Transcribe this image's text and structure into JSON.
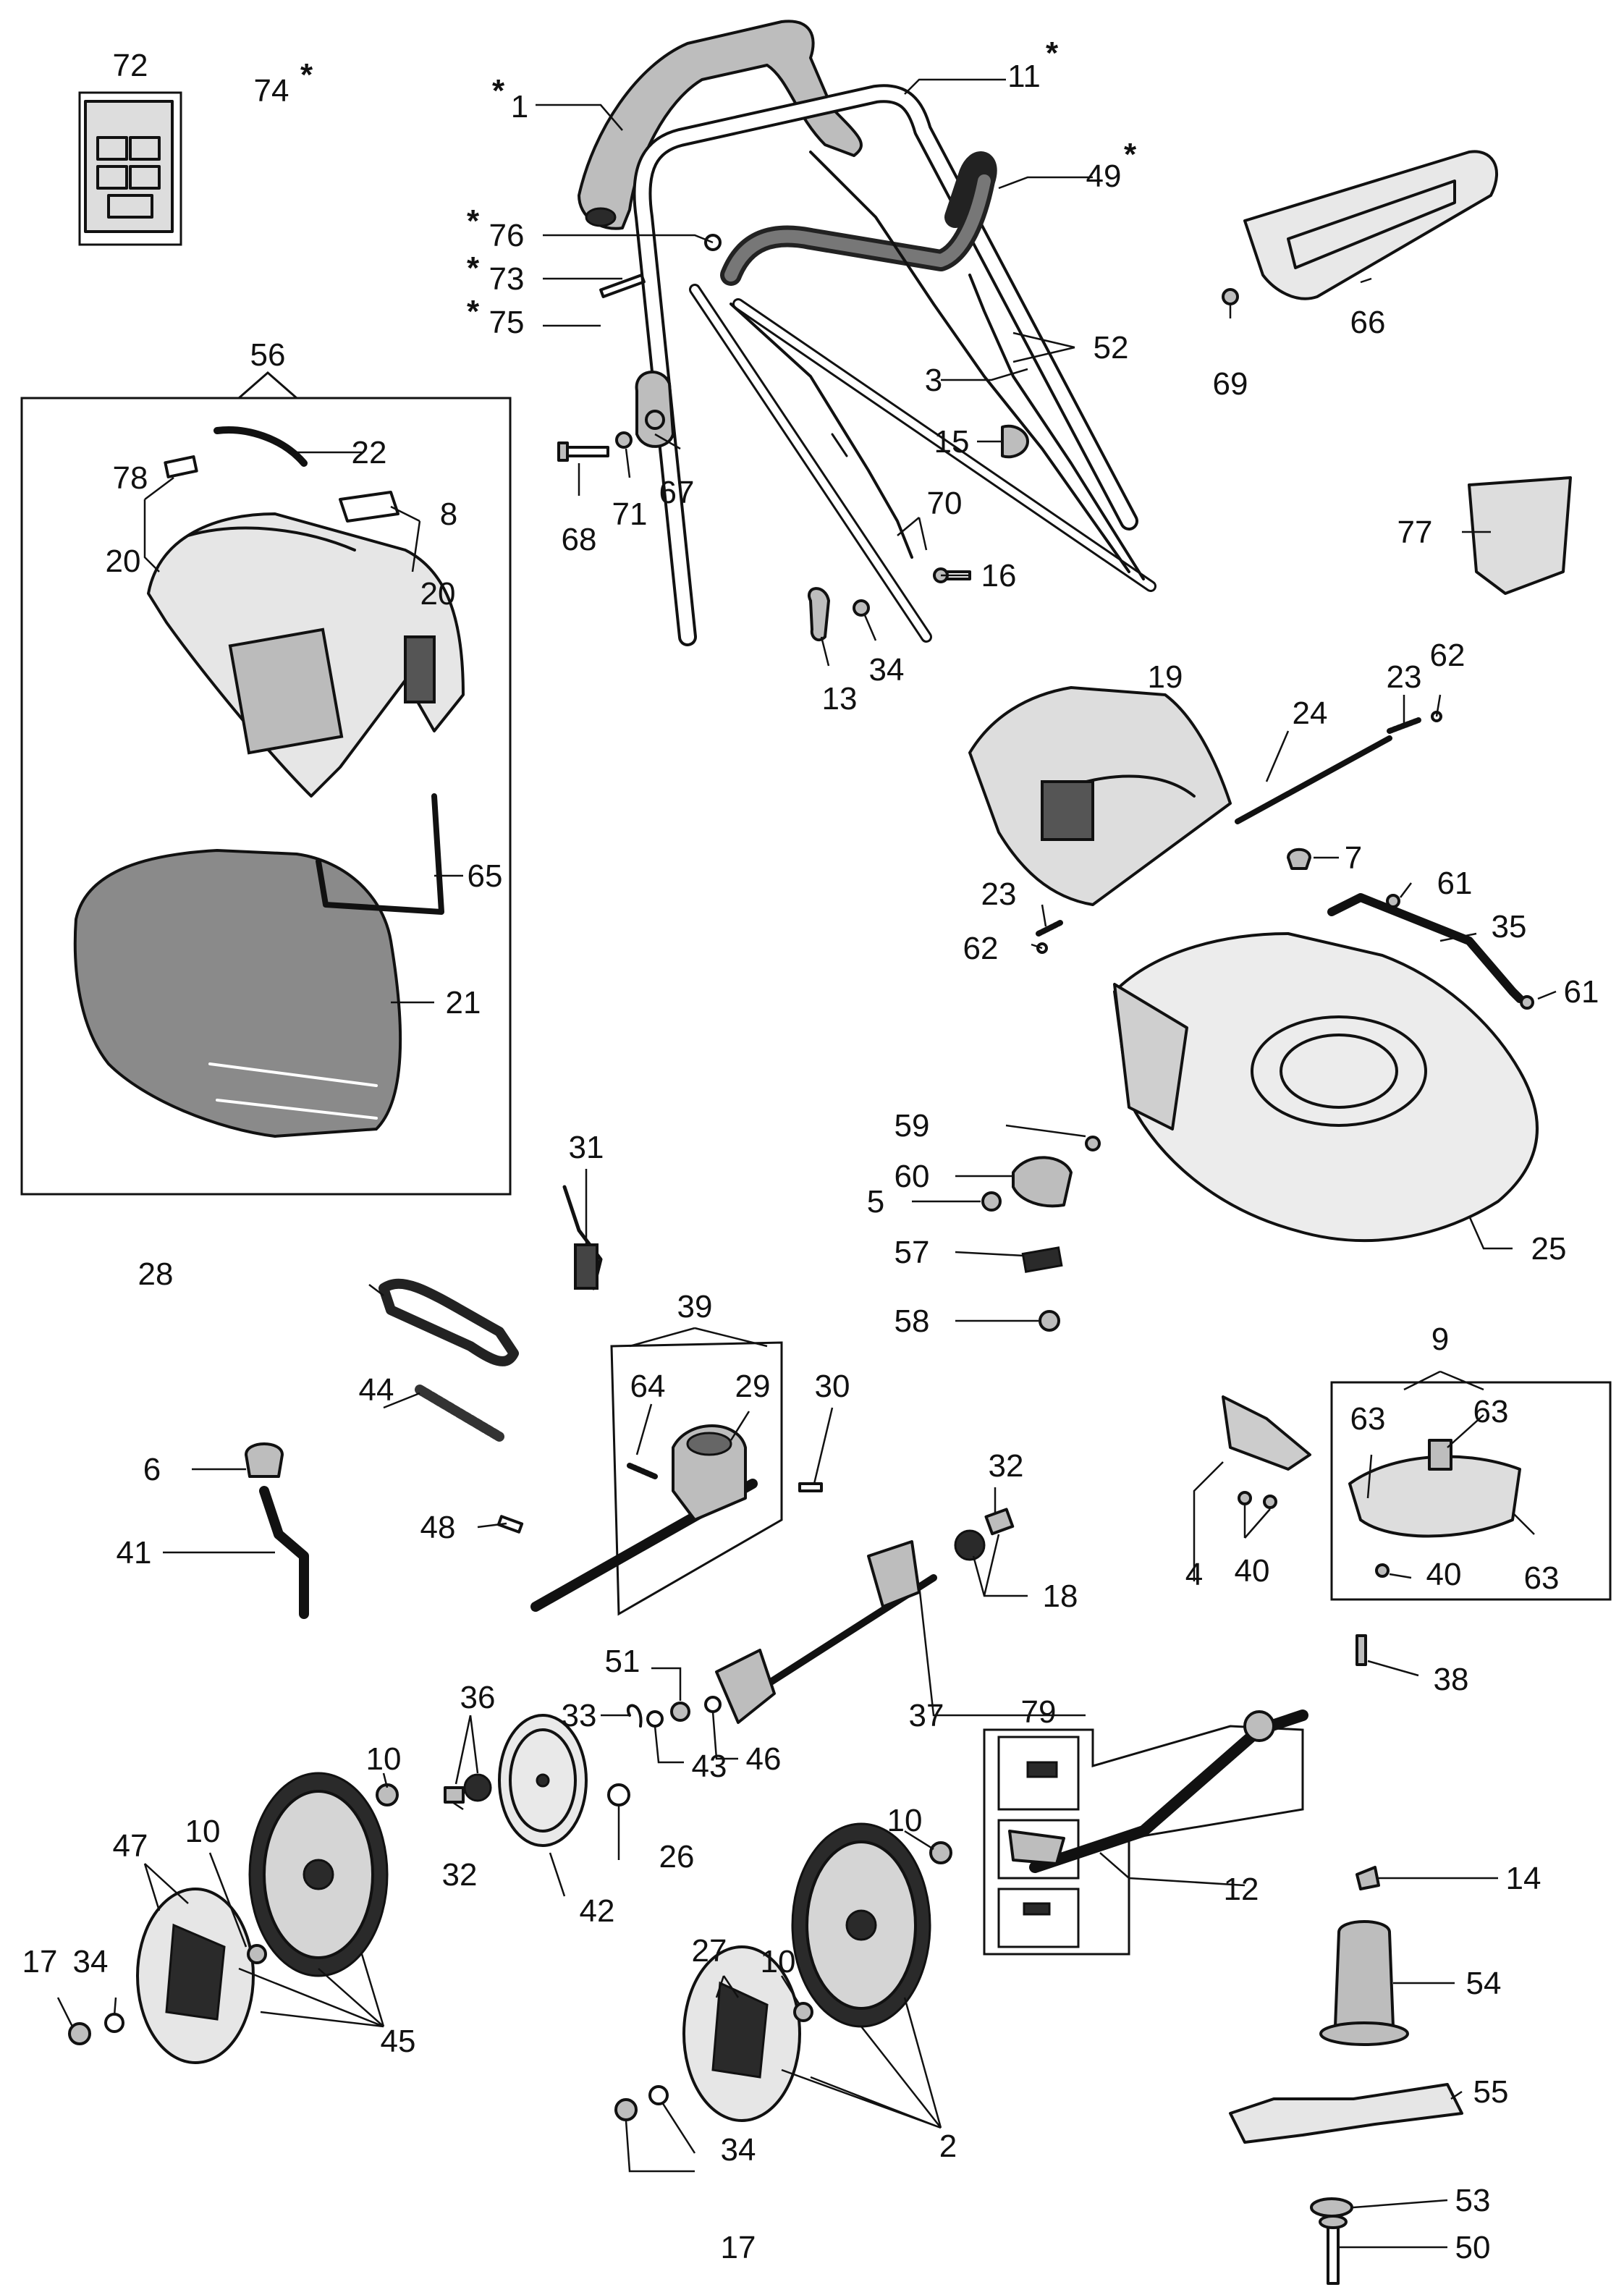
{
  "labels": {
    "p1": "1",
    "p2": "2",
    "p3": "3",
    "p4": "4",
    "p5": "5",
    "p6": "6",
    "p7": "7",
    "p8": "8",
    "p9": "9",
    "p10a": "10",
    "p10b": "10",
    "p10c": "10",
    "p10d": "10",
    "p11": "11",
    "p12": "12",
    "p13": "13",
    "p14": "14",
    "p15": "15",
    "p16": "16",
    "p17a": "17",
    "p17b": "17",
    "p18": "18",
    "p19": "19",
    "p20a": "20",
    "p20b": "20",
    "p21": "21",
    "p22": "22",
    "p23a": "23",
    "p23b": "23",
    "p24": "24",
    "p25": "25",
    "p26": "26",
    "p27": "27",
    "p28": "28",
    "p29": "29",
    "p30": "30",
    "p31": "31",
    "p32a": "32",
    "p32b": "32",
    "p33": "33",
    "p34a": "34",
    "p34b": "34",
    "p34c": "34",
    "p35": "35",
    "p36": "36",
    "p37": "37",
    "p38": "38",
    "p39": "39",
    "p40a": "40",
    "p40b": "40",
    "p41": "41",
    "p42": "42",
    "p43": "43",
    "p44": "44",
    "p45": "45",
    "p46": "46",
    "p47": "47",
    "p48": "48",
    "p49": "49",
    "p50": "50",
    "p51": "51",
    "p52": "52",
    "p53": "53",
    "p54": "54",
    "p55": "55",
    "p56": "56",
    "p57": "57",
    "p58": "58",
    "p59": "59",
    "p60": "60",
    "p61a": "61",
    "p61b": "61",
    "p62a": "62",
    "p62b": "62",
    "p63a": "63",
    "p63b": "63",
    "p63c": "63",
    "p64": "64",
    "p65": "65",
    "p66": "66",
    "p67": "67",
    "p68": "68",
    "p69": "69",
    "p70": "70",
    "p71": "71",
    "p72": "72",
    "p73": "73",
    "p74": "74",
    "p75": "75",
    "p76": "76",
    "p77": "77",
    "p78": "78",
    "p79": "79"
  },
  "marks": {
    "asterisk": "*"
  }
}
